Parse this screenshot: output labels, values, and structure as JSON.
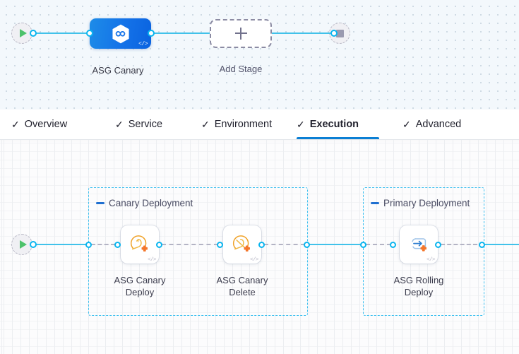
{
  "stage_canvas": {
    "start_node": {
      "icon": "play-icon",
      "title": "Start"
    },
    "end_node": {
      "icon": "stop-icon",
      "title": "End"
    },
    "stages": [
      {
        "id": "asg-canary",
        "label": "ASG Canary",
        "icon": "harness-hexagon-icon",
        "badge": "</>",
        "type": "deployment",
        "selected": true
      },
      {
        "id": "add-stage",
        "label": "Add Stage",
        "icon": "plus-icon",
        "type": "add"
      }
    ]
  },
  "tabs": {
    "check_glyph": "✓",
    "items": [
      {
        "id": "overview",
        "label": "Overview",
        "checked": true,
        "active": false
      },
      {
        "id": "service",
        "label": "Service",
        "checked": true,
        "active": false
      },
      {
        "id": "environment",
        "label": "Environment",
        "checked": true,
        "active": false
      },
      {
        "id": "execution",
        "label": "Execution",
        "checked": true,
        "active": true
      },
      {
        "id": "advanced",
        "label": "Advanced",
        "checked": true,
        "active": false
      }
    ],
    "active_underline_color": "#0b7fd4"
  },
  "step_canvas": {
    "start_node": {
      "icon": "play-icon",
      "title": "Start"
    },
    "groups": [
      {
        "id": "canary-deployment",
        "label": "Canary Deployment",
        "collapse_icon": "collapse-bar-icon",
        "steps": [
          {
            "id": "asg-canary-deploy",
            "label_line1": "ASG Canary",
            "label_line2": "Deploy",
            "icon": "asg-canary-deploy-icon",
            "badge": "</>"
          },
          {
            "id": "asg-canary-delete",
            "label_line1": "ASG Canary",
            "label_line2": "Delete",
            "icon": "asg-canary-delete-icon",
            "badge": "</>"
          }
        ]
      },
      {
        "id": "primary-deployment",
        "label": "Primary Deployment",
        "collapse_icon": "collapse-bar-icon",
        "steps": [
          {
            "id": "asg-rolling-deploy",
            "label_line1": "ASG Rolling",
            "label_line2": "Deploy",
            "icon": "asg-rolling-deploy-icon",
            "badge": "</>"
          }
        ]
      }
    ]
  },
  "colors": {
    "accent_blue": "#0ab5ef",
    "link_blue": "#42c2ea",
    "stage_blue": "#1472e8",
    "group_dash": "#3ec0ef",
    "active_tab": "#0b7fd4",
    "play_green": "#4dc26b",
    "stop_gray": "#9a9ab0",
    "aws_orange": "#f0a32a",
    "plus_orange": "#f4762a"
  }
}
